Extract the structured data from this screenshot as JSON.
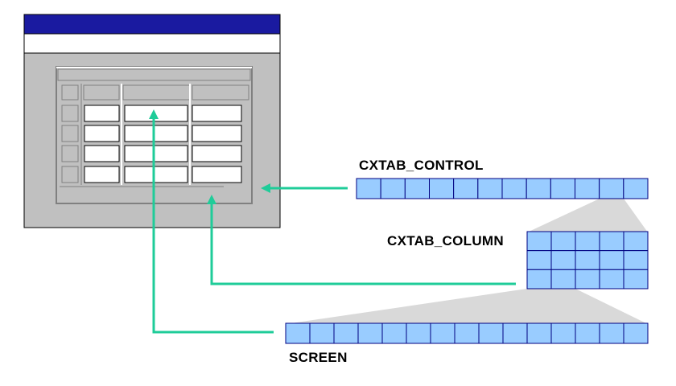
{
  "labels": {
    "control": "CXTAB_CONTROL",
    "column": "CXTAB_COLUMN",
    "screen": "SCREEN"
  },
  "structures": {
    "control": {
      "rows": 1,
      "cols": 12
    },
    "column": {
      "rows": 3,
      "cols": 5
    },
    "screen": {
      "rows": 1,
      "cols": 15
    }
  },
  "window": {
    "title_text": "",
    "table_rows": 4,
    "table_cols": 3
  },
  "colors": {
    "cell_fill": "#99ccff",
    "cell_border": "#000080",
    "arrow": "#1fcc99",
    "title_bar": "#1a1aa0",
    "window_body": "#c0c0c0",
    "expand_fill": "#d9d9d9"
  }
}
